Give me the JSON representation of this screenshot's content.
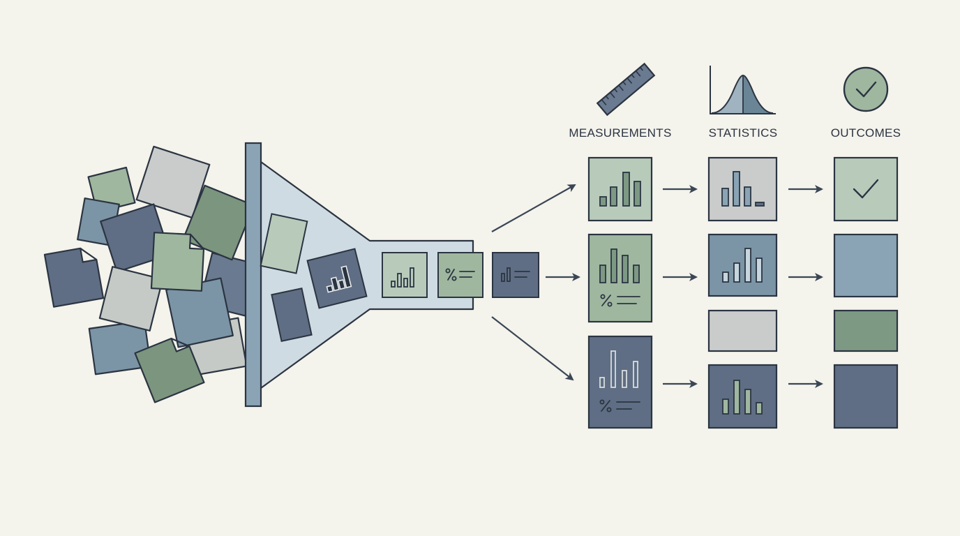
{
  "columns": {
    "measurements": "MEASUREMENTS",
    "statistics": "STATISTICS",
    "outcomes": "OUTCOMES"
  },
  "icons": {
    "measurements": "ruler-icon",
    "statistics": "bell-curve-icon",
    "outcomes": "check-circle-icon"
  },
  "palette": {
    "ink": "#2b3441",
    "sage": "#9fb79f",
    "sage_light": "#b8cbbb",
    "sage_dark": "#7d9984",
    "grey": "#c9cccb",
    "slate": "#6a7a90",
    "slate_dark": "#5f6e84",
    "blue": "#8aa4b5",
    "funnel": "#cfdbe2",
    "background": "#f4f3ec"
  }
}
